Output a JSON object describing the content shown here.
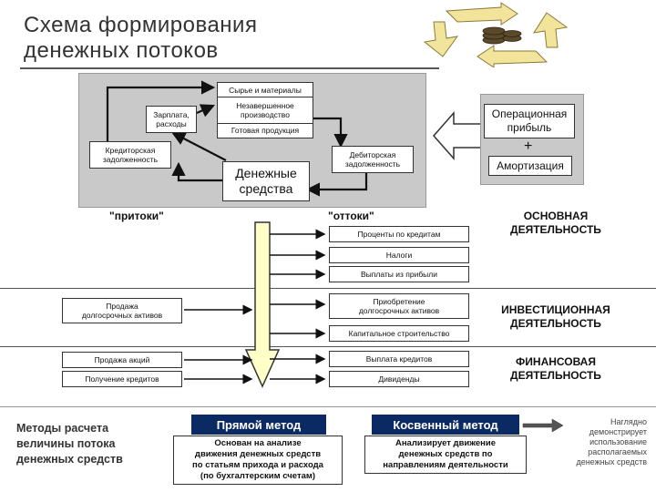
{
  "title": {
    "line1": "Схема формирования",
    "line2": "денежных потоков"
  },
  "cycle": {
    "raw_materials": "Сырье и материалы",
    "wip_line1": "Незавершенное",
    "wip_line2": "производство",
    "finished_goods": "Готовая продукция",
    "salary_line1": "Зарплата,",
    "salary_line2": "расходы",
    "payables_line1": "Кредиторская",
    "payables_line2": "задолженность",
    "receivables_line1": "Дебиторская",
    "receivables_line2": "задолженность",
    "cash_line1": "Денежные",
    "cash_line2": "средства"
  },
  "operating_profit": {
    "profit_line1": "Операционная",
    "profit_line2": "прибыль",
    "plus": "+",
    "depreciation": "Амортизация"
  },
  "headers": {
    "inflows": "\"притоки\"",
    "outflows": "\"оттоки\""
  },
  "activities": {
    "operating_line1": "ОСНОВНАЯ",
    "operating_line2": "ДЕЯТЕЛЬНОСТЬ",
    "investing_line1": "ИНВЕСТИЦИОННАЯ",
    "investing_line2": "ДЕЯТЕЛЬНОСТЬ",
    "financing_line1": "ФИНАНСОВАЯ",
    "financing_line2": "ДЕЯТЕЛЬНОСТЬ"
  },
  "outflows": {
    "interest": "Проценты по кредитам",
    "taxes": "Налоги",
    "dividends_from_profit": "Выплаты из прибыли",
    "acquisition_line1": "Приобретение",
    "acquisition_line2": "долгосрочных активов",
    "construction": "Капитальное строительство",
    "loan_repayment": "Выплата кредитов",
    "dividends": "Дивиденды"
  },
  "inflows": {
    "asset_sale_line1": "Продажа",
    "asset_sale_line2": "долгосрочных активов",
    "share_sale": "Продажа акций",
    "loans_received": "Получение кредитов"
  },
  "methods": {
    "label_line1": "Методы расчета",
    "label_line2": "величины потока",
    "label_line3": "денежных средств",
    "direct_title": "Прямой метод",
    "direct_desc_line1": "Основан на анализе",
    "direct_desc_line2": "движения денежных средств",
    "direct_desc_line3": "по статьям прихода и расхода",
    "direct_desc_line4": "(по бухгалтерским счетам)",
    "indirect_title": "Косвенный метод",
    "indirect_desc_line1": "Анализирует движение",
    "indirect_desc_line2": "денежных средств по",
    "indirect_desc_line3": "направлениям деятельности",
    "note_line1": "Наглядно",
    "note_line2": "демонстрирует",
    "note_line3": "использование",
    "note_line4": "располагаемых",
    "note_line5": "денежных средств"
  },
  "colors": {
    "method_header": "#0b2a63",
    "panel_gray": "#c9c9c9",
    "arrow_fill": "#ffffc8",
    "logo_yellow": "#f2e49a"
  },
  "icons": {
    "logo": "circular-arrows-coins-icon"
  }
}
